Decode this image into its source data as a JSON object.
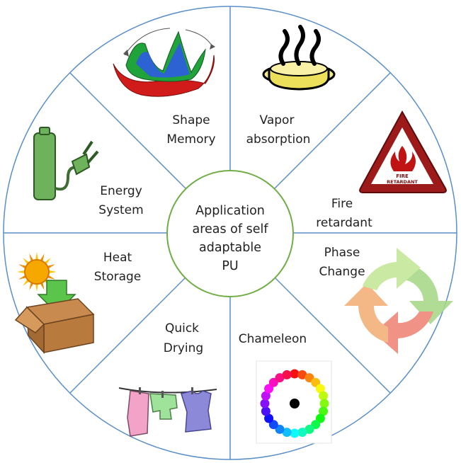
{
  "center": {
    "lines": [
      "Application",
      "areas of self",
      "adaptable",
      "PU"
    ]
  },
  "segments": [
    {
      "id": "shape-memory",
      "lines": [
        "Shape",
        "Memory"
      ],
      "icon": "shape-memory-icon"
    },
    {
      "id": "vapor-absorption",
      "lines": [
        "Vapor",
        "absorption"
      ],
      "icon": "vapor-bowl-icon"
    },
    {
      "id": "fire-retardant",
      "lines": [
        "Fire",
        "retardant"
      ],
      "icon": "fire-warning-sign-icon",
      "sign_text": [
        "FIRE",
        "RETARDANT"
      ]
    },
    {
      "id": "phase-change",
      "lines": [
        "Phase",
        "Change"
      ],
      "icon": "cycle-arrows-icon"
    },
    {
      "id": "chameleon",
      "lines": [
        "Chameleon"
      ],
      "icon": "color-wheel-icon"
    },
    {
      "id": "quick-drying",
      "lines": [
        "Quick",
        "Drying"
      ],
      "icon": "clothesline-icon"
    },
    {
      "id": "heat-storage",
      "lines": [
        "Heat",
        "Storage"
      ],
      "icon": "sun-box-icon"
    },
    {
      "id": "energy-system",
      "lines": [
        "Energy",
        "System"
      ],
      "icon": "battery-plug-icon"
    }
  ],
  "colors": {
    "ring_stroke": "#5b8fc7",
    "center_stroke": "#70ad47",
    "text": "#222222"
  }
}
